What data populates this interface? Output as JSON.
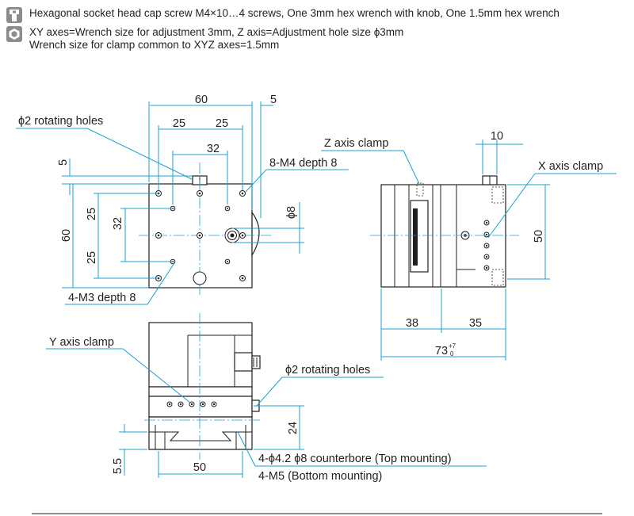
{
  "header": {
    "line1": "Hexagonal socket head cap screw M4×10…4 screws, One 3mm hex wrench with knob, One 1.5mm hex wrench",
    "line2": "XY axes=Wrench size for adjustment 3mm, Z axis=Adjustment hole size ϕ3mm",
    "line3": "Wrench size for clamp common to XYZ axes=1.5mm",
    "icon1": "socket-screw-icon",
    "icon2": "hex-nut-icon"
  },
  "top_view": {
    "dim_60_w": "60",
    "dim_5_right": "5",
    "dim_25_a": "25",
    "dim_25_b": "25",
    "dim_32_h": "32",
    "dim_5_left": "5",
    "dim_60_v": "60",
    "dim_25_v1": "25",
    "dim_32_v": "32",
    "dim_25_v2": "25",
    "dim_phi8": "ϕ8",
    "label_rotating_holes": "ϕ2  rotating holes",
    "label_m4": "8-M4 depth 8",
    "label_m3": "4-M3 depth 8"
  },
  "side_view": {
    "label_z_clamp": "Z axis clamp",
    "label_x_clamp": "X axis clamp",
    "dim_10": "10",
    "dim_50": "50",
    "dim_38": "38",
    "dim_35": "35",
    "dim_73": "73",
    "dim_73_tol_upper": "+7",
    "dim_73_tol_lower": "0"
  },
  "front_view": {
    "label_y_clamp": "Y axis clamp",
    "label_rotating_holes": "ϕ2 rotating holes",
    "dim_24": "24",
    "dim_5_5": "5.5",
    "dim_50": "50",
    "label_top_mount": "4-ϕ4.2 ϕ8 counterbore (Top mounting)",
    "label_bottom_mount": "4-M5 (Bottom mounting)"
  },
  "colors": {
    "dimension": "#1ba1cf",
    "outline": "#231f20",
    "icon_bg": "#8a8c8e"
  }
}
